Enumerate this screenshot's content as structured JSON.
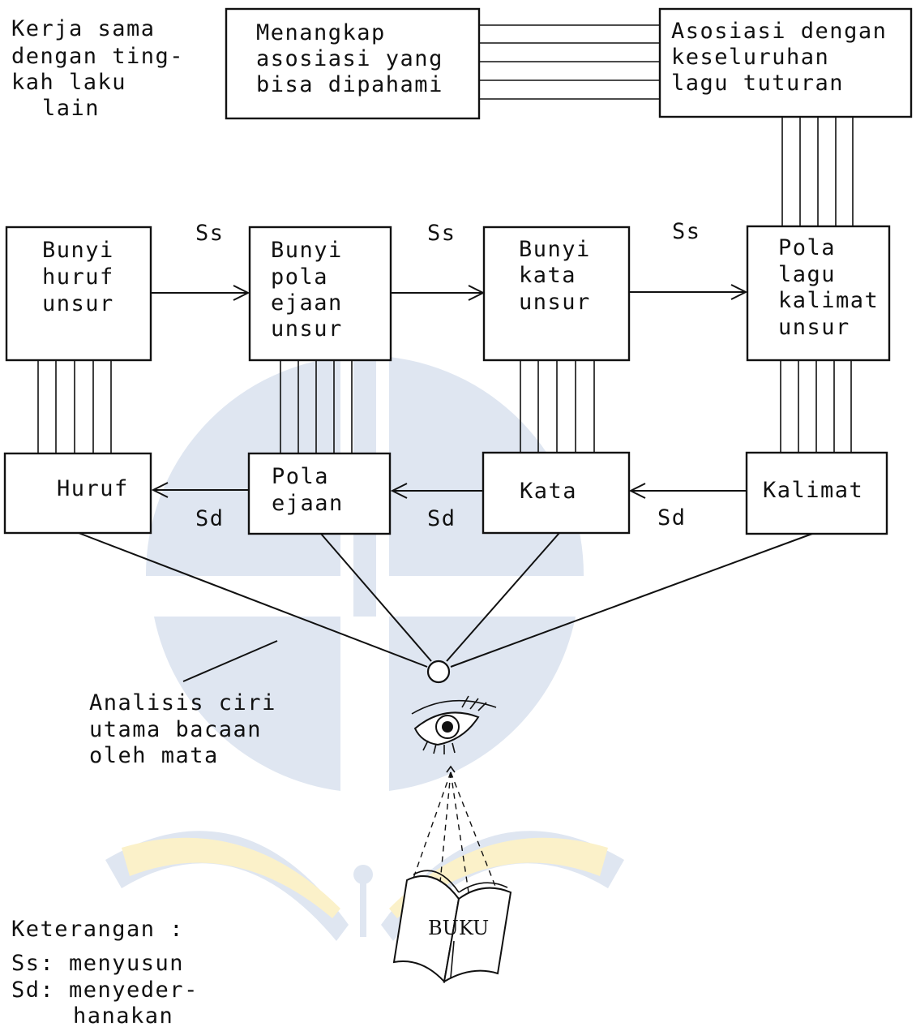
{
  "colors": {
    "ink": "#111111",
    "watermark_blue": "#dfe6f1",
    "watermark_yellow": "#fbf1c9"
  },
  "top_left_note": [
    "Kerja sama",
    "dengan ting-",
    "kah laku",
    "lain"
  ],
  "top_boxes": {
    "left": [
      "Menangkap",
      "asosiasi yang",
      "bisa dipahami"
    ],
    "right": [
      "Asosiasi dengan",
      "keseluruhan",
      "lagu tuturan"
    ]
  },
  "upper_row": [
    [
      "Bunyi",
      "huruf",
      "unsur"
    ],
    [
      "Bunyi",
      "pola",
      "ejaan",
      "unsur"
    ],
    [
      "Bunyi",
      "kata",
      "unsur"
    ],
    [
      "Pola",
      "lagu",
      "kalimat",
      "unsur"
    ]
  ],
  "lower_row": [
    [
      "Huruf"
    ],
    [
      "Pola",
      "ejaan"
    ],
    [
      "Kata"
    ],
    [
      "Kalimat"
    ]
  ],
  "ss_labels": [
    "Ss",
    "Ss",
    "Ss"
  ],
  "sd_labels": [
    "Sd",
    "Sd",
    "Sd"
  ],
  "eye_caption": [
    "Analisis ciri",
    "utama bacaan",
    "oleh mata"
  ],
  "book_label": "BUKU",
  "legend": {
    "title": "Keterangan :",
    "ss": "Ss: menyusun",
    "sd_line1": "Sd: menyeder-",
    "sd_line2": "hanakan"
  },
  "icons": [
    "eye-icon",
    "open-book-icon",
    "watermark-logo-icon"
  ]
}
